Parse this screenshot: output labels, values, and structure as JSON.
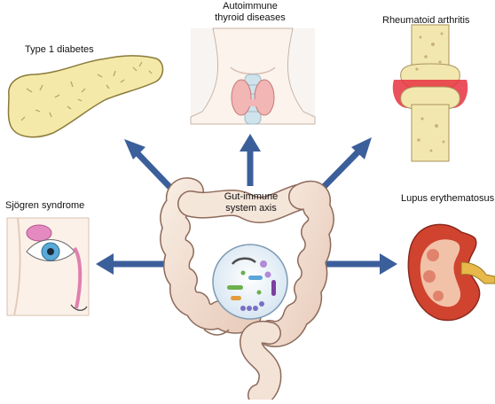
{
  "diagram": {
    "center_label_line1": "Gut-immune",
    "center_label_line2": "system axis",
    "diseases": {
      "type1_diabetes": "Type 1 diabetes",
      "thyroid_line1": "Autoimmune",
      "thyroid_line2": "thyroid diseases",
      "rheumatoid": "Rheumatoid arthritis",
      "sjogren": "Sjögren syndrome",
      "lupus": "Lupus erythematosus"
    },
    "icons": {
      "pancreas": "pancreas-icon",
      "thyroid": "thyroid-neck-icon",
      "joint": "knee-joint-icon",
      "eye": "eye-lacrimal-gland-icon",
      "kidney": "kidney-icon",
      "colon": "colon-intestine-icon",
      "microbiota": "gut-microbiota-icon"
    },
    "colors": {
      "arrow": "#3b5f9b",
      "pancreas_fill": "#f4e9a8",
      "pancreas_stroke": "#8a7a3a",
      "intestine_fill": "#f3e2d6",
      "intestine_stroke": "#8d6a5a",
      "kidney_outer": "#d0432f",
      "kidney_inner": "#f2c2a8",
      "bone": "#f3e7b0",
      "inflammation": "#d9243a",
      "skin": "#f8efe7"
    }
  }
}
